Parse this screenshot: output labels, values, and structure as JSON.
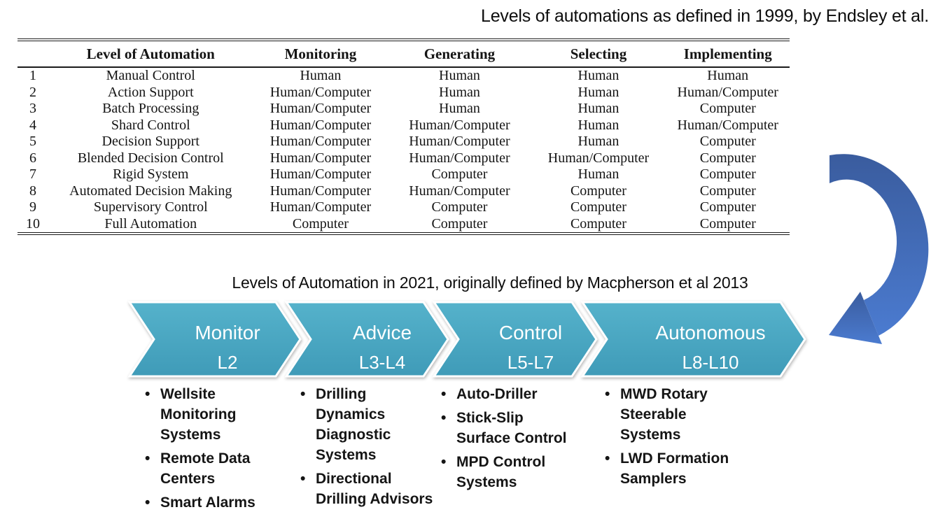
{
  "table_section": {
    "title": "Levels of automations as defined in 1999, by Endsley et al.",
    "columns": [
      "",
      "Level of Automation",
      "Monitoring",
      "Generating",
      "Selecting",
      "Implementing"
    ],
    "rows": [
      [
        "1",
        "Manual Control",
        "Human",
        "Human",
        "Human",
        "Human"
      ],
      [
        "2",
        "Action Support",
        "Human/Computer",
        "Human",
        "Human",
        "Human/Computer"
      ],
      [
        "3",
        "Batch Processing",
        "Human/Computer",
        "Human",
        "Human",
        "Computer"
      ],
      [
        "4",
        "Shard Control",
        "Human/Computer",
        "Human/Computer",
        "Human",
        "Human/Computer"
      ],
      [
        "5",
        "Decision Support",
        "Human/Computer",
        "Human/Computer",
        "Human",
        "Computer"
      ],
      [
        "6",
        "Blended Decision Control",
        "Human/Computer",
        "Human/Computer",
        "Human/Computer",
        "Computer"
      ],
      [
        "7",
        "Rigid System",
        "Human/Computer",
        "Computer",
        "Human",
        "Computer"
      ],
      [
        "8",
        "Automated Decision Making",
        "Human/Computer",
        "Human/Computer",
        "Computer",
        "Computer"
      ],
      [
        "9",
        "Supervisory Control",
        "Human/Computer",
        "Computer",
        "Computer",
        "Computer"
      ],
      [
        "10",
        "Full Automation",
        "Computer",
        "Computer",
        "Computer",
        "Computer"
      ]
    ]
  },
  "process_section": {
    "title": "Levels of Automation in 2021, originally defined by Macpherson et al 2013",
    "stages": [
      {
        "label": "Monitor",
        "levels": "L2",
        "items": [
          "Wellsite\nMonitoring\nSystems",
          "Remote Data\nCenters",
          "Smart Alarms"
        ]
      },
      {
        "label": "Advice",
        "levels": "L3-L4",
        "items": [
          "Drilling\nDynamics\nDiagnostic\nSystems",
          "Directional\nDrilling Advisors"
        ]
      },
      {
        "label": "Control",
        "levels": "L5-L7",
        "items": [
          "Auto-Driller",
          "Stick-Slip\nSurface Control",
          "MPD Control\nSystems"
        ]
      },
      {
        "label": "Autonomous",
        "levels": "L8-L10",
        "items": [
          "MWD Rotary\nSteerable\nSystems",
          "LWD Formation\nSamplers"
        ]
      }
    ]
  },
  "colors": {
    "chevron_top": "#55b2cb",
    "chevron_bottom": "#3f9bb8",
    "arrow_top": "#3a5c9e",
    "arrow_bottom": "#4b7bd0",
    "text": "#111111",
    "chevron_text": "#ffffff"
  }
}
